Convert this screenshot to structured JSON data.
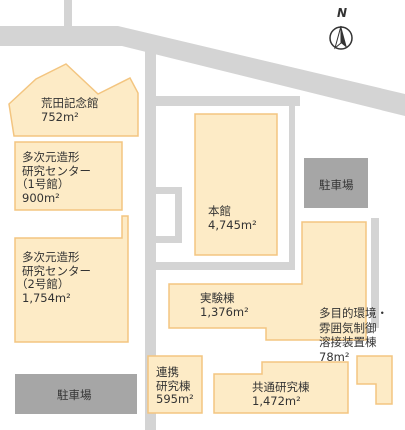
{
  "compass": {
    "letter": "N",
    "icon": "north-arrow-icon"
  },
  "colors": {
    "road": "#d4d4d4",
    "building_fill": "#fdebc6",
    "building_stroke": "#f3c580",
    "parking": "#a6a6a6",
    "text": "#333333"
  },
  "buildings": {
    "arata_hall": {
      "lines": [
        "荒田記念館",
        "752m²"
      ]
    },
    "multidim_1": {
      "lines": [
        "多次元造形",
        "研究センター",
        "（1号館）",
        "900m²"
      ]
    },
    "multidim_2": {
      "lines": [
        "多次元造形",
        "研究センター",
        "（2号館）",
        "1,754m²"
      ]
    },
    "main_hall": {
      "lines": [
        "本館",
        "4,745m²"
      ]
    },
    "lab_hall": {
      "lines": [
        "実験棟",
        "1,376m²"
      ]
    },
    "welding": {
      "lines": [
        "多目的環境・",
        "雰囲気制御",
        "溶接装置棟",
        "78m²"
      ]
    },
    "collab": {
      "lines": [
        "連携",
        "研究棟",
        "595m²"
      ]
    },
    "common_lab": {
      "lines": [
        "共通研究棟",
        "1,472m²"
      ]
    }
  },
  "parking": {
    "right": {
      "label": "駐車場"
    },
    "bottom": {
      "label": "駐車場"
    }
  }
}
